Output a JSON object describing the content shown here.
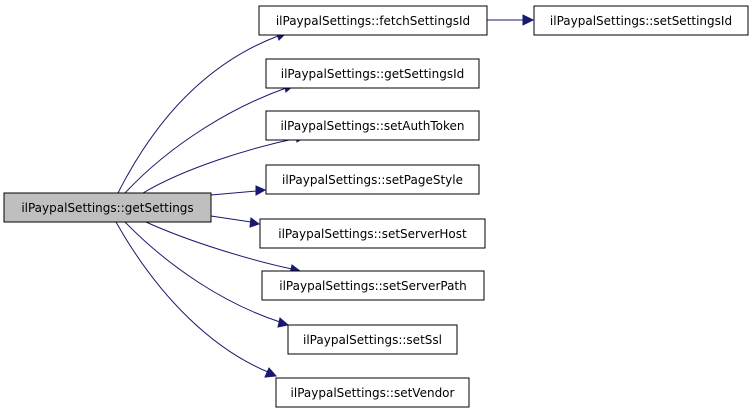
{
  "graph": {
    "edge_color": "#191970",
    "root_fill": "#bfbfbf",
    "nodes": {
      "root": "ilPaypalSettings::getSettings",
      "fetchSettingsId": "ilPaypalSettings::fetchSettingsId",
      "setSettingsId": "ilPaypalSettings::setSettingsId",
      "getSettingsId": "ilPaypalSettings::getSettingsId",
      "setAuthToken": "ilPaypalSettings::setAuthToken",
      "setPageStyle": "ilPaypalSettings::setPageStyle",
      "setServerHost": "ilPaypalSettings::setServerHost",
      "setServerPath": "ilPaypalSettings::setServerPath",
      "setSsl": "ilPaypalSettings::setSsl",
      "setVendor": "ilPaypalSettings::setVendor"
    }
  }
}
